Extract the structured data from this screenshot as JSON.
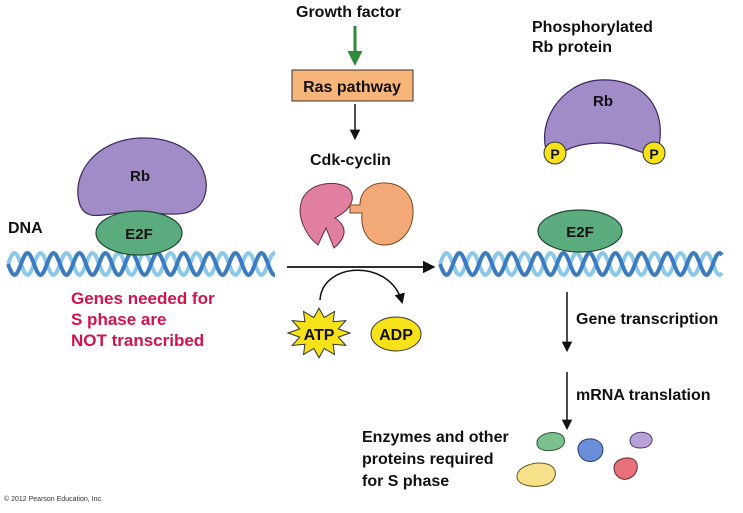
{
  "labels": {
    "growth_factor": "Growth factor",
    "ras_pathway": "Ras pathway",
    "cdk_cyclin": "Cdk-cyclin",
    "phospho_line1": "Phosphorylated",
    "phospho_line2": "Rb protein",
    "dna": "DNA",
    "rb": "Rb",
    "e2f": "E2F",
    "p": "P",
    "atp": "ATP",
    "adp": "ADP",
    "not_transcribed_line1": "Genes needed for",
    "not_transcribed_line2": "S phase are",
    "not_transcribed_line3": "NOT transcribed",
    "gene_transcription": "Gene transcription",
    "mrna_translation": "mRNA translation",
    "enzymes_line1": "Enzymes and other",
    "enzymes_line2": "proteins required",
    "enzymes_line3": "for S phase",
    "copyright": "© 2012 Pearson Education, Inc."
  },
  "colors": {
    "rb_protein": "#a28cc8",
    "e2f_protein": "#5aab7e",
    "ras_box": "#f7b57a",
    "dna_blue": "#3b7bc0",
    "dna_light": "#8cc8e8",
    "cdk": "#e07fa0",
    "cyclin": "#f3a977",
    "phosphate": "#f7e21a",
    "atp_star": "#f7e21a",
    "green_arrow": "#2f8a3c",
    "red_text": "#d2134d"
  }
}
